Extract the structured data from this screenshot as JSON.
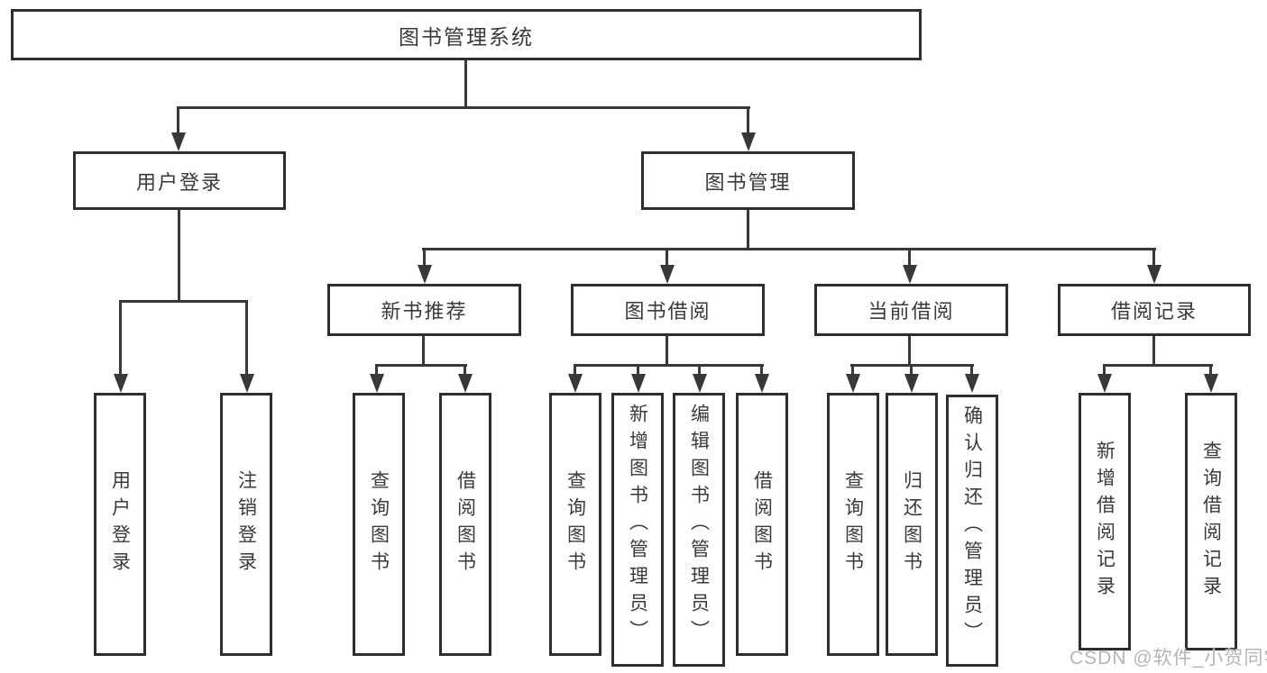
{
  "diagram_title": "图书管理系统",
  "nodes": {
    "root": "图书管理系统",
    "user_login": "用户登录",
    "book_mgmt": "图书管理",
    "new_book_rec": "新书推荐",
    "book_borrow": "图书借阅",
    "current_borrow": "当前借阅",
    "borrow_records": "借阅记录"
  },
  "leaves": {
    "g1": [
      "用户登录",
      "注销登录"
    ],
    "g2": [
      "查询图书",
      "借阅图书"
    ],
    "g3": [
      "查询图书",
      "新增图书（管理员）",
      "编辑图书（管理员）",
      "借阅图书"
    ],
    "g4": [
      "查询图书",
      "归还图书",
      "确认归还（管理员）"
    ],
    "g5": [
      "新增借阅记录",
      "查询借阅记录"
    ]
  },
  "watermark": "CSDN @软件_小贺同学",
  "colors": {
    "line": "#383838",
    "border": "#2e2e2e",
    "text": "#3a3a3a",
    "watermark": "#b5b5b5",
    "background": "#ffffff"
  }
}
